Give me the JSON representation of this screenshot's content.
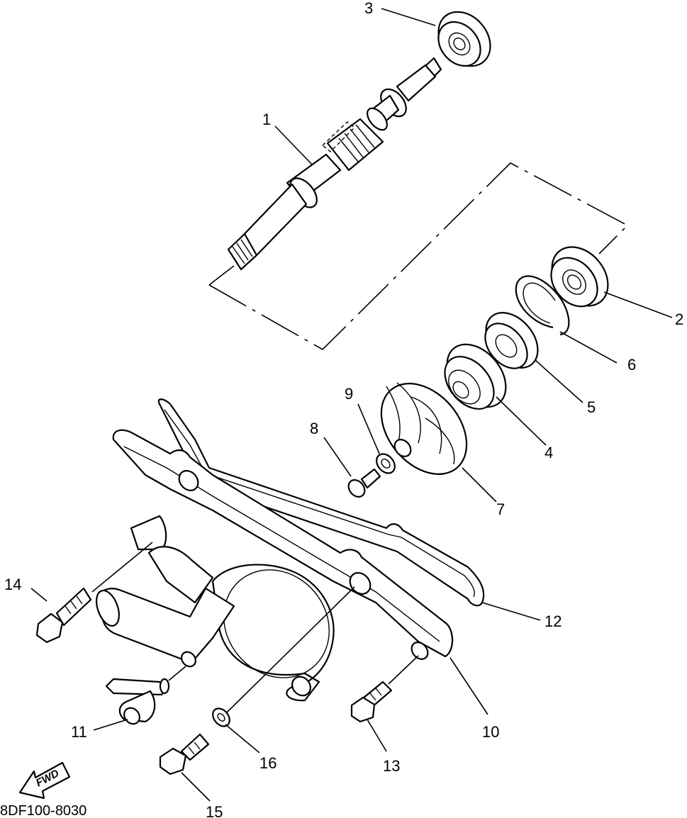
{
  "callouts": [
    {
      "id": "1",
      "label": "1"
    },
    {
      "id": "2",
      "label": "2"
    },
    {
      "id": "3",
      "label": "3"
    },
    {
      "id": "4",
      "label": "4"
    },
    {
      "id": "5",
      "label": "5"
    },
    {
      "id": "6",
      "label": "6"
    },
    {
      "id": "7",
      "label": "7"
    },
    {
      "id": "8",
      "label": "8"
    },
    {
      "id": "9",
      "label": "9"
    },
    {
      "id": "10",
      "label": "10"
    },
    {
      "id": "11",
      "label": "11"
    },
    {
      "id": "12",
      "label": "12"
    },
    {
      "id": "13",
      "label": "13"
    },
    {
      "id": "14",
      "label": "14"
    },
    {
      "id": "15",
      "label": "15"
    },
    {
      "id": "16",
      "label": "16"
    }
  ],
  "fwd_label": "FWD",
  "diagram_code": "8DF100-8030"
}
